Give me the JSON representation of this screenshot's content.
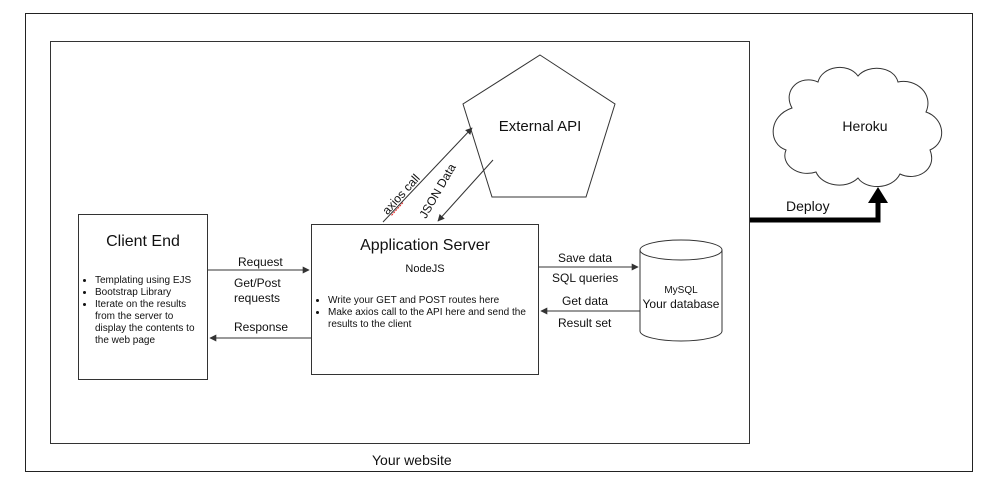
{
  "website": {
    "label": "Your website"
  },
  "client": {
    "title": "Client End",
    "bullets": [
      "Templating using EJS",
      "Bootstrap Library",
      "Iterate on the results from the server to display the contents to the web page"
    ]
  },
  "server": {
    "title": "Application Server",
    "subtitle": "NodeJS",
    "bullets": [
      "Write your GET and POST routes here",
      "Make axios call to the API here and send the results to the client"
    ]
  },
  "external_api": {
    "label": "External API"
  },
  "database": {
    "line1": "MySQL",
    "line2": "Your database"
  },
  "cloud": {
    "label": "Heroku"
  },
  "arrows": {
    "request": "Request",
    "get_post_line1": "Get/Post",
    "get_post_line2": "requests",
    "response": "Response",
    "save_data": "Save data",
    "sql_queries": "SQL queries",
    "get_data": "Get data",
    "result_set": "Result set",
    "axios_call": "axios call",
    "json_data": "JSON Data",
    "deploy": "Deploy"
  },
  "colors": {
    "stroke": "#333333",
    "deploy": "#000000",
    "underline": "#e02020"
  }
}
